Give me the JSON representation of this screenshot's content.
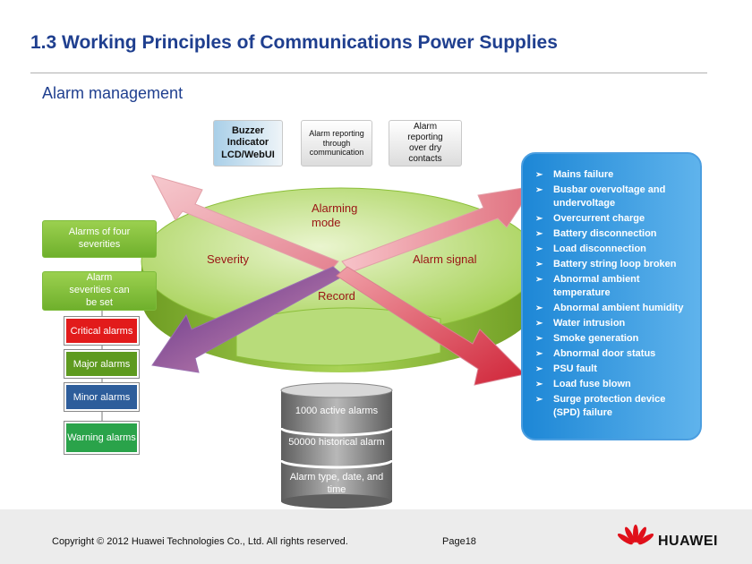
{
  "title": "1.3 Working Principles of Communications Power Supplies",
  "subtitle": "Alarm management",
  "top_boxes": {
    "buzzer": [
      "Buzzer",
      "Indicator",
      "LCD/WebUI"
    ],
    "communication": [
      "Alarm reporting",
      "through",
      "communication"
    ],
    "dry_contacts": [
      "Alarm",
      "reporting",
      "over dry",
      "contacts"
    ]
  },
  "left_boxes": {
    "four_severities": [
      "Alarms of four",
      "severities"
    ],
    "severities_set": [
      "Alarm",
      "severities can",
      "be set"
    ]
  },
  "severity_levels": [
    "Critical alarms",
    "Major alarms",
    "Minor alarms",
    "Warning alarms"
  ],
  "pie": {
    "alarming_mode": [
      "Alarming",
      "mode"
    ],
    "severity": "Severity",
    "alarm_signal": "Alarm signal",
    "record": "Record"
  },
  "database": {
    "active": "1000 active alarms",
    "historical": "50000 historical alarm",
    "type": [
      "Alarm type, date, and",
      "time"
    ]
  },
  "faults": [
    "Mains failure",
    "Busbar overvoltage and undervoltage",
    "Overcurrent charge",
    "Battery disconnection",
    "Load disconnection",
    "Battery string loop broken",
    "Abnormal ambient temperature",
    "Abnormal ambient humidity",
    "Water intrusion",
    "Smoke generation",
    "Abnormal door status",
    "PSU fault",
    "Load fuse blown",
    "Surge protection device (SPD) failure"
  ],
  "footer": {
    "copyright": "Copyright © 2012 Huawei Technologies Co., Ltd. All rights reserved.",
    "page": "Page18",
    "brand": "HUAWEI"
  },
  "colors": {
    "title": "#1f3f8f",
    "critical": "#e21b1b",
    "major": "#5e9a1f",
    "minor": "#2d5d9b",
    "warning": "#2aa34a",
    "fault_panel": "#2a8fdc",
    "pie_green": "#9ccc45",
    "arrow_pink": "#eb8f9a",
    "arrow_purple": "#6a3d8f"
  }
}
